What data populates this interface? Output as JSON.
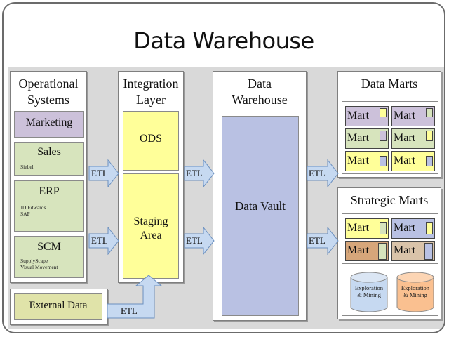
{
  "title": "Data Warehouse",
  "columns": {
    "operational": {
      "title": "Operational\nSystems",
      "sources": [
        {
          "label": "Marketing",
          "sub": ""
        },
        {
          "label": "Sales",
          "sub": "Siebel"
        },
        {
          "label": "ERP",
          "sub": "JD Edwards\nSAP"
        },
        {
          "label": "SCM",
          "sub": "SupplyScape\nVisual Movement"
        }
      ],
      "external": "External Data"
    },
    "integration": {
      "title": "Integration\nLayer",
      "ods": "ODS",
      "staging": "Staging\nArea"
    },
    "warehouse": {
      "title": "Data\nWarehouse",
      "vault": "Data Vault"
    },
    "data_marts": {
      "title": "Data Marts",
      "mart_label": "Mart"
    },
    "strategic_marts": {
      "title": "Strategic Marts",
      "mart_label": "Mart",
      "exploration_1": "Exploration\n& Mining",
      "exploration_2": "Exploration\n& Mining"
    }
  },
  "arrows": {
    "etl": "ETL"
  },
  "colors": {
    "sources": "#d7e4bd",
    "marketing": "#ccc1da",
    "integration": "#ffff99",
    "vault": "#b9c1e3",
    "external": "#e0e3a9",
    "arrow": "#c6d9f1",
    "cyl_blue": "#c6d9f1",
    "cyl_orange": "#fac090"
  }
}
